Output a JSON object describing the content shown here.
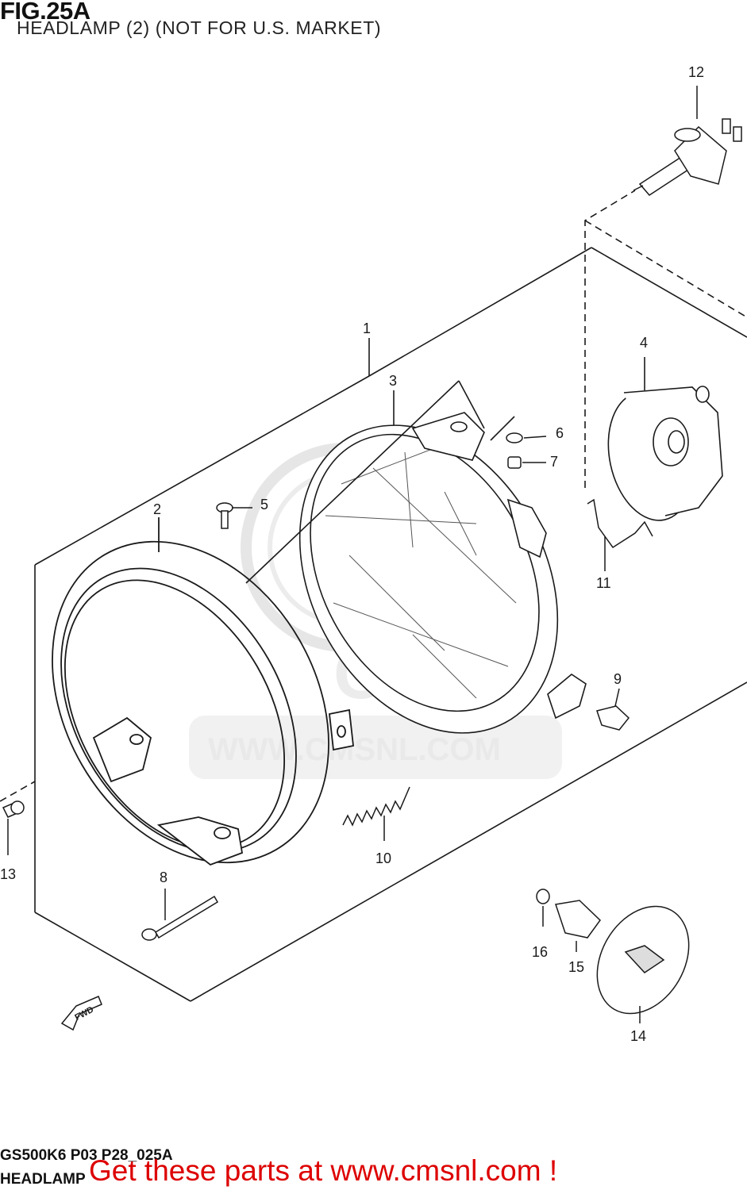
{
  "figure": {
    "title": "FIG.25A",
    "subtitle": "HEADLAMP (2) (NOT FOR U.S. MARKET)"
  },
  "watermark": {
    "text": "WWW.CMSNL.COM",
    "logo": "CMS"
  },
  "direction_marker": {
    "label": "FWD",
    "icon": "arrow-icon"
  },
  "parts": [
    {
      "number": "1"
    },
    {
      "number": "2"
    },
    {
      "number": "3"
    },
    {
      "number": "4"
    },
    {
      "number": "5"
    },
    {
      "number": "6"
    },
    {
      "number": "7"
    },
    {
      "number": "8"
    },
    {
      "number": "9"
    },
    {
      "number": "10"
    },
    {
      "number": "11"
    },
    {
      "number": "12"
    },
    {
      "number": "13"
    },
    {
      "number": "14"
    },
    {
      "number": "15"
    },
    {
      "number": "16"
    }
  ],
  "footer": {
    "model_code": "GS500K6 P03 P28_025A",
    "section_name": "HEADLAMP",
    "promo": "Get these parts at www.cmsnl.com !"
  },
  "colors": {
    "line": "#1a1a1a",
    "watermark": "#e6e6e6",
    "promo": "#dd0000"
  }
}
